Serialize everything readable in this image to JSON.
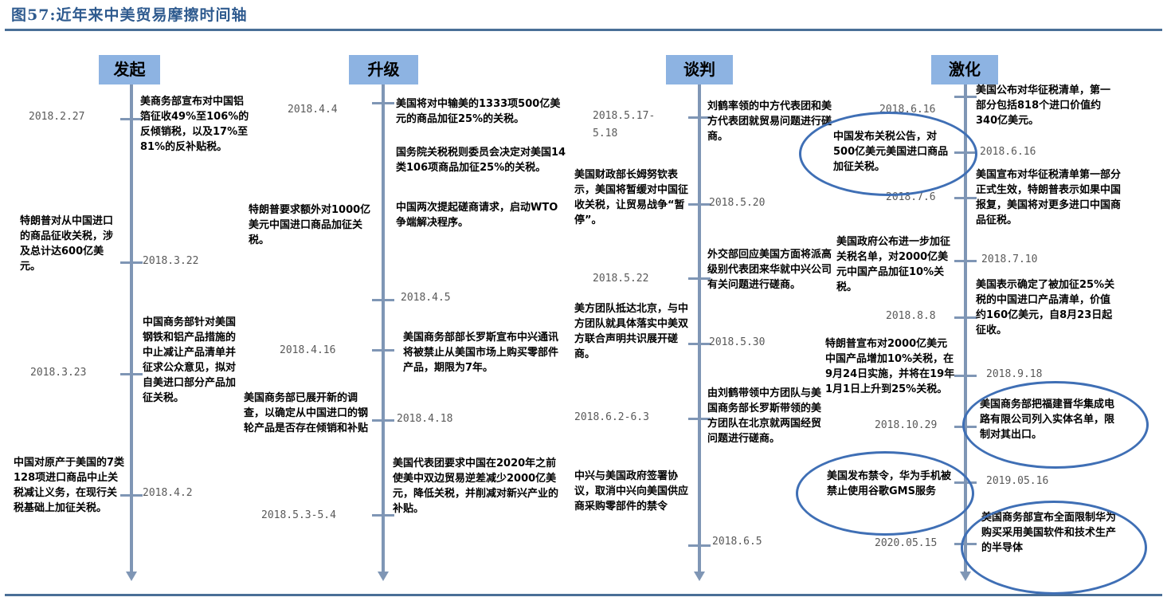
{
  "title": "图57:近年来中美贸易摩擦时间轴",
  "phases": {
    "p1": "发起",
    "p2": "升级",
    "p3": "谈判",
    "p4": "激化"
  },
  "dates": {
    "d1": "2018.2.27",
    "d2": "2018.3.22",
    "d3": "2018.3.23",
    "d4": "2018.4.2",
    "d5": "2018.4.4",
    "d6": "2018.4.5",
    "d7": "2018.4.16",
    "d8": "2018.4.18",
    "d9": "2018.5.3-5.4",
    "d10": "2018.5.17-",
    "d10b": "5.18",
    "d11": "2018.5.20",
    "d12": "2018.5.22",
    "d13": "2018.5.30",
    "d14": "2018.6.2-6.3",
    "d15": "2018.6.5",
    "d16": "2018.6.16",
    "d17": "2018.6.16",
    "d18": "2018.7.6",
    "d19": "2018.7.10",
    "d20": "2018.8.8",
    "d21": "2018.9.18",
    "d22": "2018.10.29",
    "d23": "2019.05.16",
    "d24": "2020.05.15"
  },
  "events": {
    "e1": "美商务部宣布对中国铝箔征收49%至106%的反倾销税，以及17%至81%的反补贴税。",
    "e2": "特朗普对从中国进口的商品征收关税，涉及总计达600亿美元。",
    "e3": "中国商务部针对美国钢铁和铝产品措施的中止减让产品清单并征求公众意见，拟对自美进口部分产品加征关税。",
    "e4": "中国对原产于美国的7类128项进口商品中止关税减让义务，在现行关税基础上加征关税。",
    "e5": "美国将对中输美的1333项500亿美元的商品加征25%的关税。",
    "e6": "国务院关税税则委员会决定对美国14类106项商品加征25%的关税。",
    "e7": "中国两次提起磋商请求，启动WTO争端解决程序。",
    "e8": "特朗普要求额外对1000亿美元中国进口商品加征关税。",
    "e9": "美国商务部部长罗斯宣布中兴通讯将被禁止从美国市场上购买零部件产品，期限为7年。",
    "e10": "美国商务部已展开新的调查，以确定从中国进口的钢轮产品是否存在倾销和补贴",
    "e11": "美国代表团要求中国在2020年之前使美中双边贸易逆差减少2000亿美元，降低关税，并削减对新兴产业的补贴。",
    "e12": "刘鹤率领的中方代表团和美方代表团就贸易问题进行磋商。",
    "e13": "美国财政部长姆努钦表示，美国将暂缓对中国征收关税，让贸易战争“暂停”。",
    "e14": "外交部回应美国方面将派高级别代表团来华就中兴公司有关问题进行磋商。",
    "e15": "美方团队抵达北京，与中方团队就具体落实中美双方联合声明共识展开磋商。",
    "e16": "由刘鹤带领中方团队与美国商务部长罗斯带领的美方团队在北京就两国经贸问题进行磋商。",
    "e17": "中兴与美国政府签署协议，取消中兴向美国供应商采购零部件的禁令",
    "e18": "美国公布对华征税清单，第一部分包括818个进口价值约340亿美元。",
    "e19": "中国发布关税公告，对500亿美元美国进口商品加征关税。",
    "e20": "美国宣布对华征税清单第一部分正式生效，特朗普表示如果中国报复，美国将对更多进口中国商品征税。",
    "e21": "美国政府公布进一步加征关税名单，对2000亿美元中国产品加征10%关税。",
    "e22": "美国表示确定了被加征25%关税的中国进口产品清单，价值约160亿美元，自8月23日起征收。",
    "e23": "特朗普宣布对2000亿美元中国产品增加10%关税，在9月24日实施，并将在19年1月1日上升到25%关税。",
    "e24": "美国商务部把福建晋华集成电路有限公司列入实体名单，限制对其出口。",
    "e25": "美国发布禁令，华为手机被禁止使用谷歌GMS服务",
    "e26": "美国商务部宣布全面限制华为购买采用美国软件和技术生产的半导体"
  },
  "colors": {
    "phase_fill": "#8db3e2",
    "axis": "#7f96b5",
    "title": "#2f5b8f",
    "highlight_oval": "#3f6fb5"
  }
}
